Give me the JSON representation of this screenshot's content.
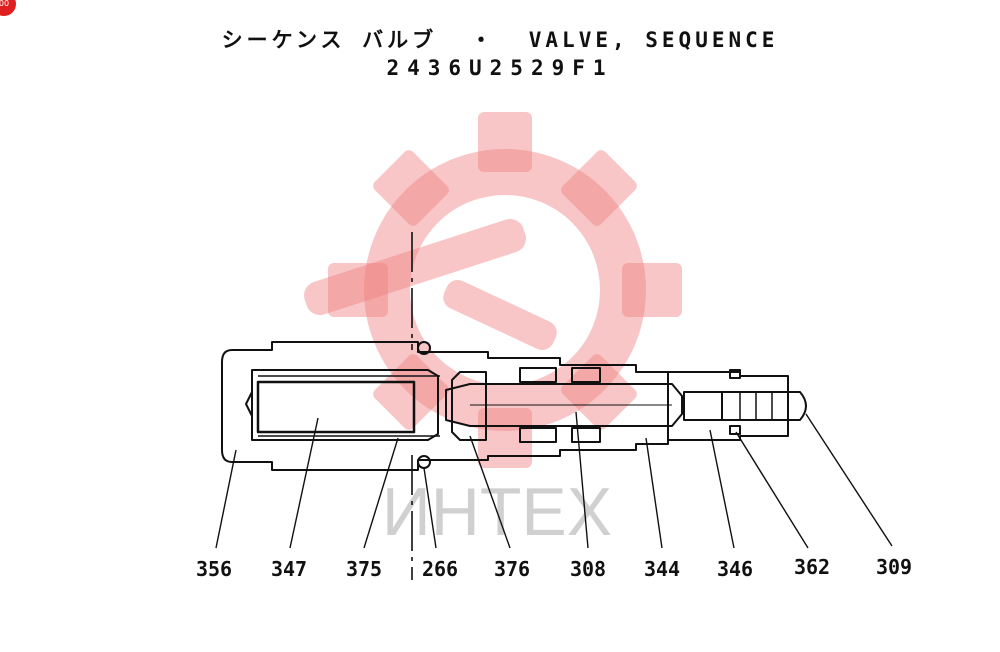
{
  "title": {
    "japanese": "シーケンス バルブ",
    "separator": "・",
    "english": "VALVE, SEQUENCE",
    "part_number": "2436U2529F1"
  },
  "watermark": {
    "text": "ИНТЕХ",
    "gear_color": "#f08080",
    "text_color": "#c8c8c8"
  },
  "corner_badge": {
    "label": "00",
    "color": "#e02020"
  },
  "callouts": [
    {
      "id": "356",
      "label": "356"
    },
    {
      "id": "347",
      "label": "347"
    },
    {
      "id": "375",
      "label": "375"
    },
    {
      "id": "266",
      "label": "266"
    },
    {
      "id": "376",
      "label": "376"
    },
    {
      "id": "308",
      "label": "308"
    },
    {
      "id": "344",
      "label": "344"
    },
    {
      "id": "346",
      "label": "346"
    },
    {
      "id": "362",
      "label": "362"
    },
    {
      "id": "309",
      "label": "309"
    }
  ]
}
